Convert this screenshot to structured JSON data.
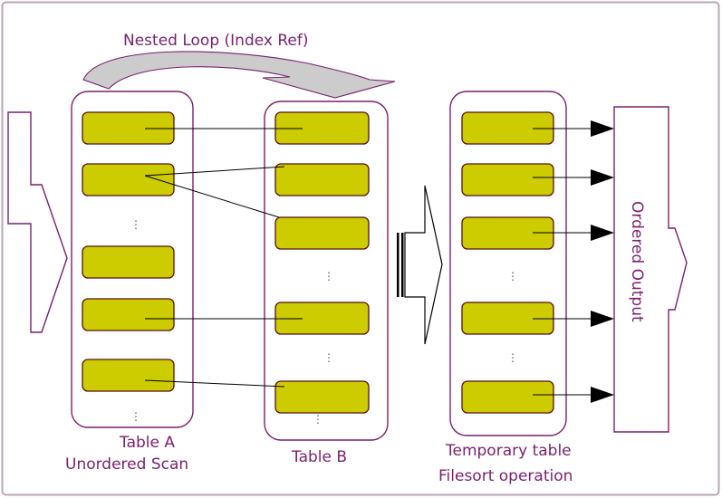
{
  "diagram": {
    "nested_loop_label": "Nested Loop (Index Ref)",
    "table_a": {
      "name": "Table   A",
      "caption": "Unordered Scan"
    },
    "table_b": {
      "name": "Table   B"
    },
    "temporary": {
      "name": "Temporary table",
      "caption": "Filesort operation"
    },
    "output_label": "Ordered Output",
    "ellipsis": "⋮",
    "colors": {
      "row_fill": "#cccc00",
      "row_stroke": "#5a0f10",
      "frame_stroke": "#7a1f6e",
      "label_text": "#7a1f6e",
      "curved_arrow_fill": "#cccccc",
      "background": "#ffffff"
    }
  }
}
